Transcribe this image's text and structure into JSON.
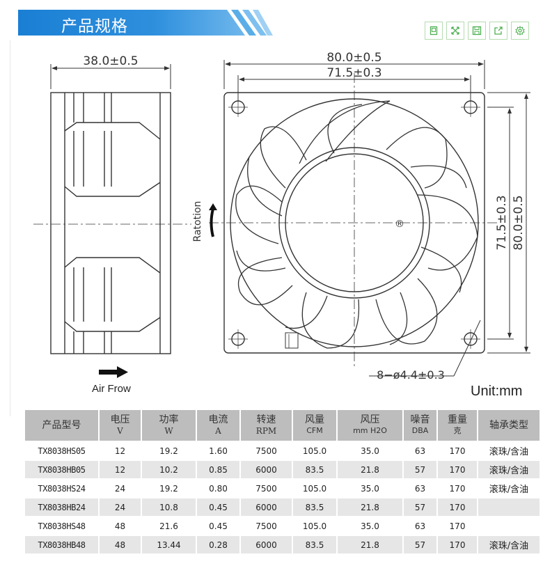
{
  "header": {
    "title": "产品规格",
    "accent": "#1f86d6"
  },
  "toolbar": {
    "icons": [
      "window-icon",
      "expand-icon",
      "save-icon",
      "share-icon",
      "gear-icon"
    ],
    "color": "#4caf50"
  },
  "drawing": {
    "side_width": "38.0±0.5",
    "front_width_outer": "80.0±0.5",
    "front_width_inner": "71.5±0.3",
    "front_height_inner": "71.5±0.3",
    "front_height_outer": "80.0±0.5",
    "hole_spec": "8−ø4.4±0.3",
    "rotation_label": "Ratotion",
    "registered_mark": "®",
    "air_flow_label": "Air Frow",
    "unit_label": "Unit:mm"
  },
  "table": {
    "headers": [
      {
        "label": "产品型号",
        "sub": ""
      },
      {
        "label": "电压",
        "sub": "V"
      },
      {
        "label": "功率",
        "sub": "W"
      },
      {
        "label": "电流",
        "sub": "A"
      },
      {
        "label": "转速",
        "sub": "RPM"
      },
      {
        "label": "风量",
        "sub": "CFM"
      },
      {
        "label": "风压",
        "sub": "mm H2O"
      },
      {
        "label": "噪音",
        "sub": "DBA"
      },
      {
        "label": "重量",
        "sub": "克"
      },
      {
        "label": "轴承类型",
        "sub": ""
      }
    ],
    "rows": [
      [
        "TX8038HS05",
        "12",
        "19.2",
        "1.60",
        "7500",
        "105.0",
        "35.0",
        "63",
        "170",
        "滚珠/含油"
      ],
      [
        "TX8038HB05",
        "12",
        "10.2",
        "0.85",
        "6000",
        "83.5",
        "21.8",
        "57",
        "170",
        "滚珠/含油"
      ],
      [
        "TX8038HS24",
        "24",
        "19.2",
        "0.80",
        "7500",
        "105.0",
        "35.0",
        "63",
        "170",
        "滚珠/含油"
      ],
      [
        "TX8038HB24",
        "24",
        "10.8",
        "0.45",
        "6000",
        "83.5",
        "21.8",
        "57",
        "170",
        ""
      ],
      [
        "TX8038HS48",
        "48",
        "21.6",
        "0.45",
        "7500",
        "105.0",
        "35.0",
        "63",
        "170",
        ""
      ],
      [
        "TX8038HB48",
        "48",
        "13.44",
        "0.28",
        "6000",
        "83.5",
        "21.8",
        "57",
        "170",
        "滚珠/含油"
      ]
    ]
  }
}
